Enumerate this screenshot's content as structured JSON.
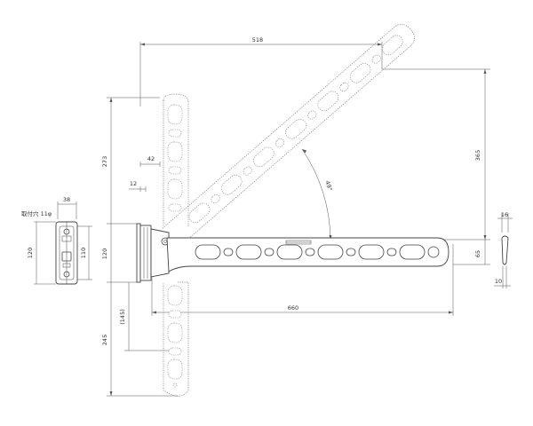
{
  "dimensions": {
    "top_width": "518",
    "height_raised": "365",
    "angle": "49°",
    "arm_length": "660",
    "offset_42": "42",
    "offset_12": "12",
    "upper_273": "273",
    "bracket_120": "120",
    "lower_245": "245",
    "lower_145": "(145)",
    "arm_65": "65",
    "tip_16": "16",
    "tip_10": "10",
    "plate_width": "38",
    "plate_120": "120",
    "plate_110": "110"
  },
  "labels": {
    "mount_hole": "取付穴 11φ"
  },
  "colors": {
    "line": "#444444",
    "dimension": "#555555"
  }
}
